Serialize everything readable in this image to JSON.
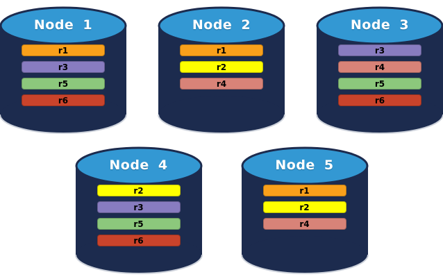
{
  "diagram": {
    "background": "#ffffff",
    "cylinder": {
      "body_color": "#1c2b4e",
      "top_color": "#3398d3",
      "top_outline_color": "#1c2b4e",
      "bottom_rim_color": "#ccd1da",
      "title_color": "#ffffff"
    },
    "replica_colors": {
      "r1": "#f9a01b",
      "r2": "#ffff00",
      "r3": "#887cc0",
      "r4": "#d88378",
      "r5": "#8cc87c",
      "r6": "#c9432b"
    },
    "rows": [
      {
        "nodes": [
          {
            "title": "Node 1",
            "replicas": [
              "r1",
              "r3",
              "r5",
              "r6"
            ]
          },
          {
            "title": "Node 2",
            "replicas": [
              "r1",
              "r2",
              "r4"
            ]
          },
          {
            "title": "Node 3",
            "replicas": [
              "r3",
              "r4",
              "r5",
              "r6"
            ]
          }
        ]
      },
      {
        "nodes": [
          {
            "title": "Node 4",
            "replicas": [
              "r2",
              "r3",
              "r5",
              "r6"
            ]
          },
          {
            "title": "Node 5",
            "replicas": [
              "r1",
              "r2",
              "r4"
            ]
          }
        ]
      }
    ]
  }
}
